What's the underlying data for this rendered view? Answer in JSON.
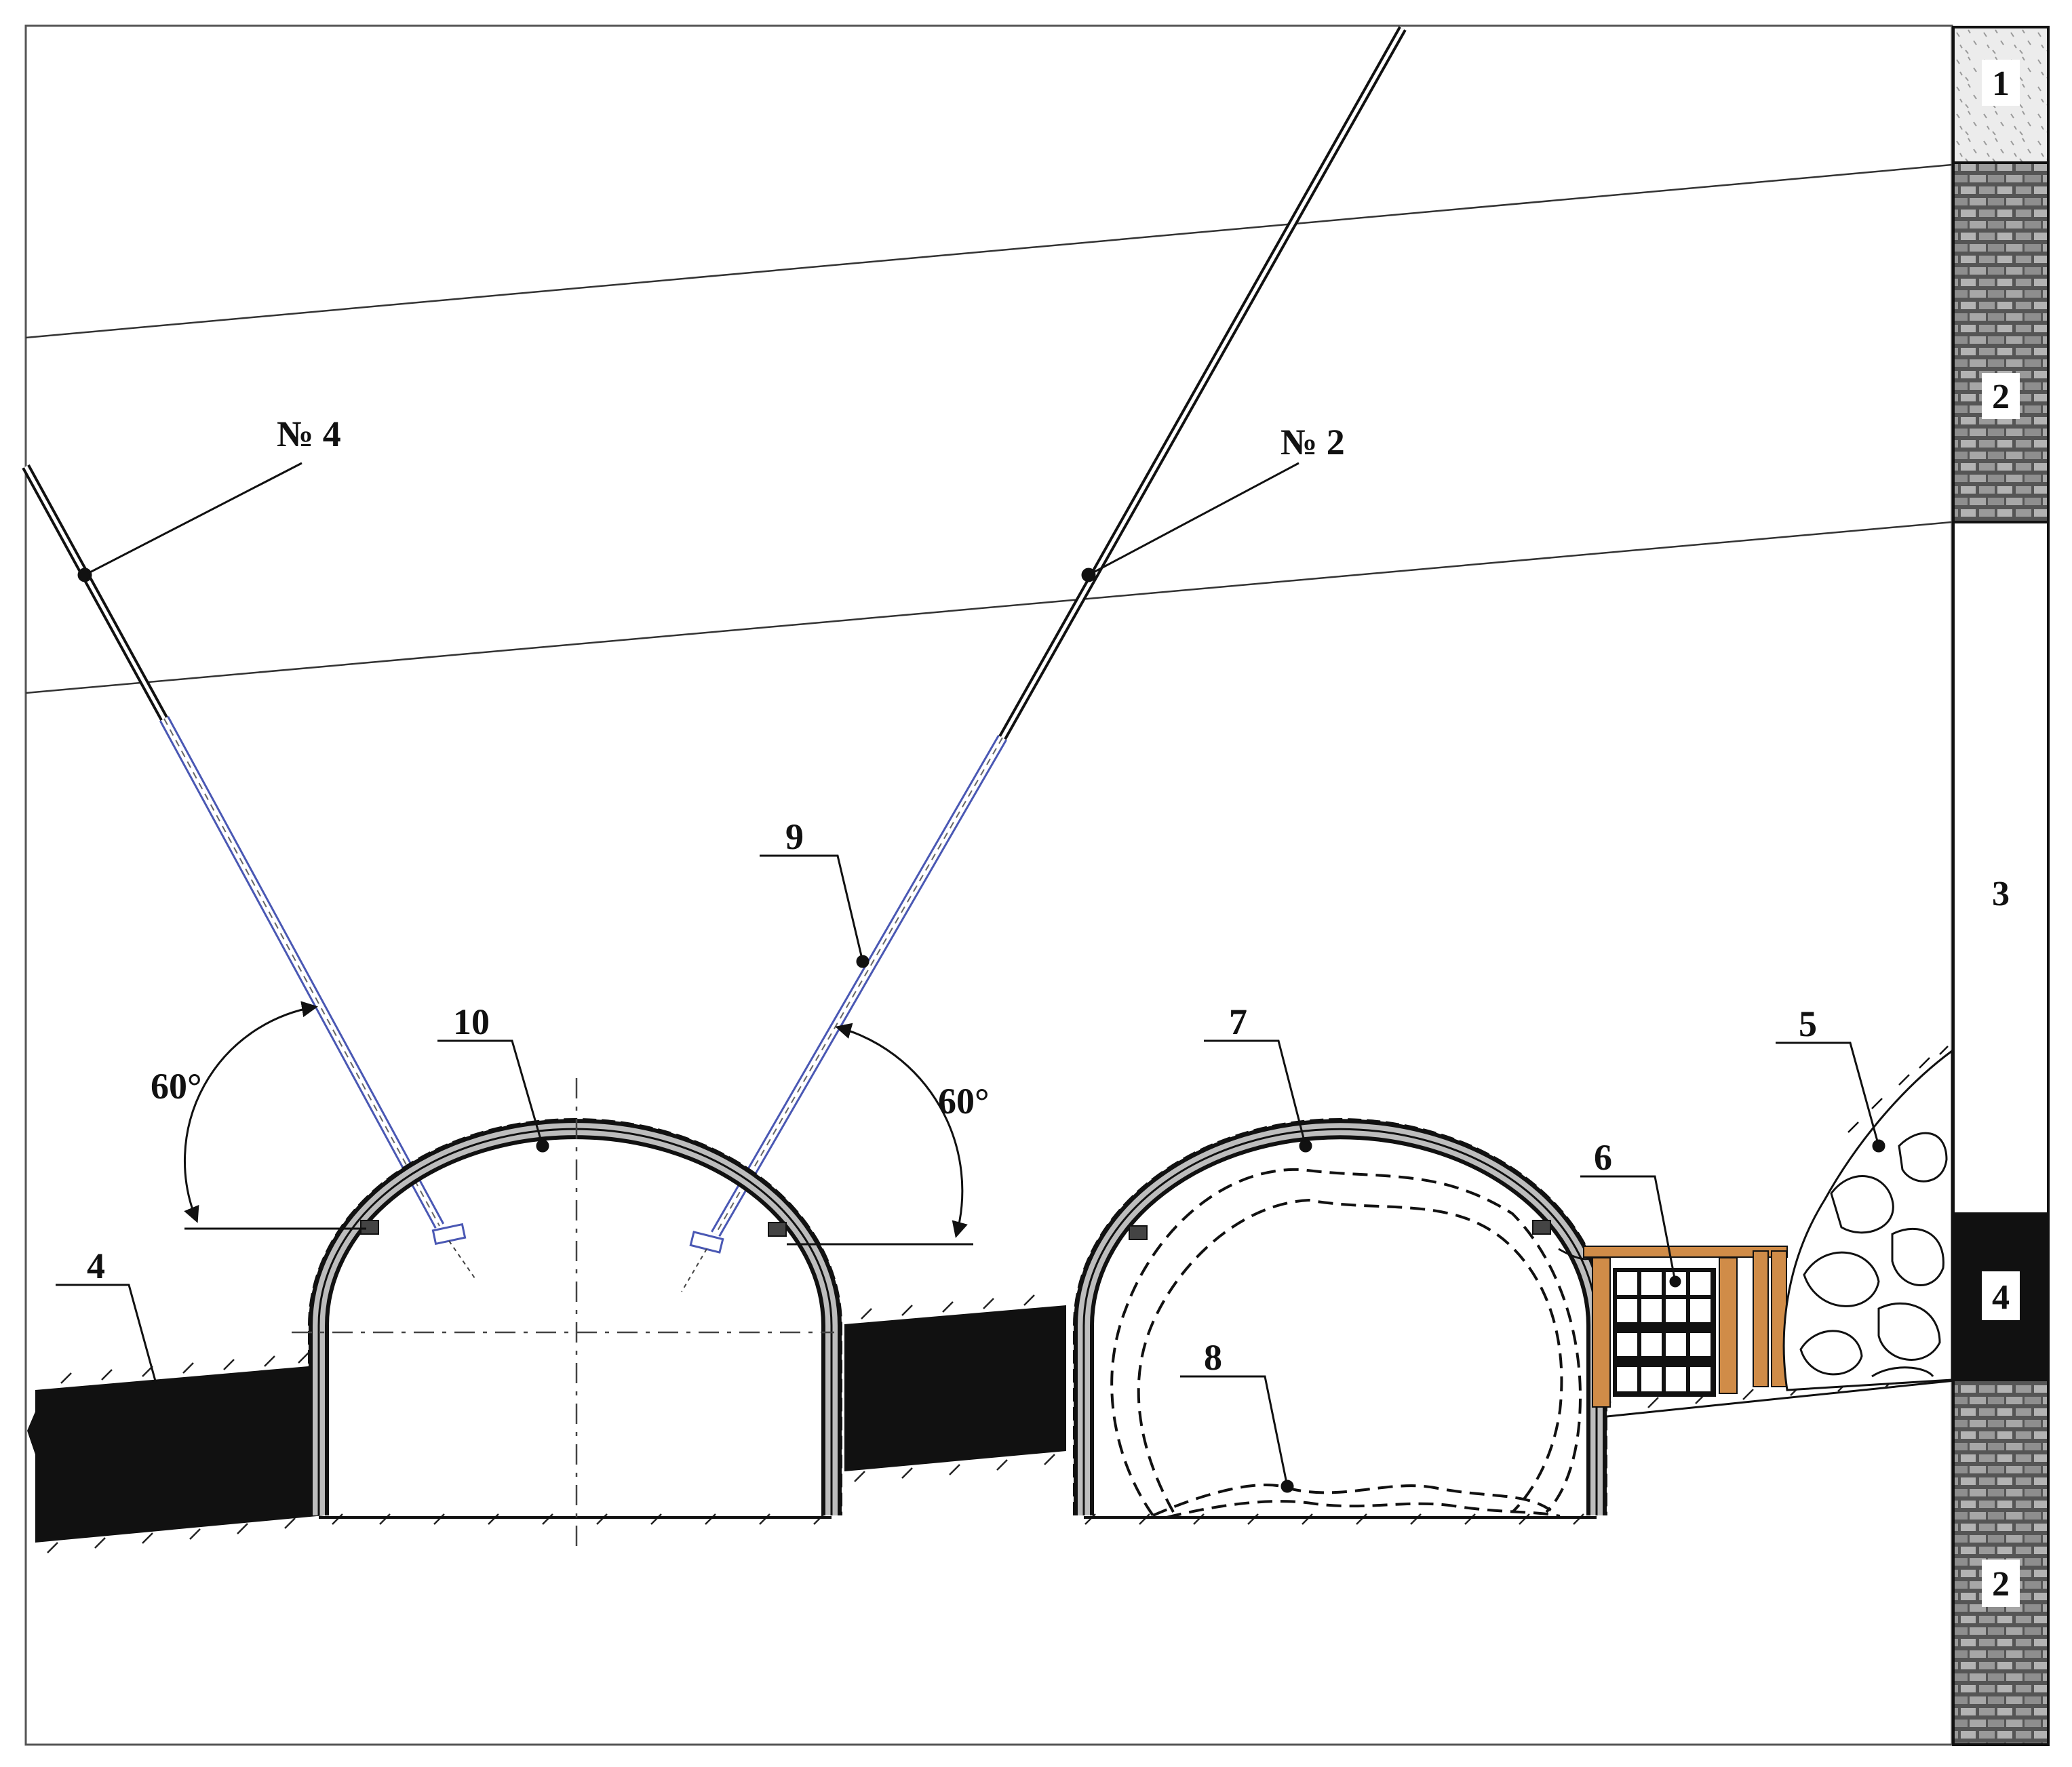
{
  "labels": {
    "well_4": "№ 4",
    "well_2": "№ 2",
    "angle_left": "60°",
    "angle_right": "60°",
    "callout_4": "4",
    "callout_5": "5",
    "callout_6": "6",
    "callout_7": "7",
    "callout_8": "8",
    "callout_9": "9",
    "callout_10": "10"
  },
  "column": {
    "layers": [
      {
        "label": "1"
      },
      {
        "label": "2"
      },
      {
        "label": "3"
      },
      {
        "label": "4"
      },
      {
        "label": "2"
      }
    ]
  },
  "colors": {
    "ink": "#111111",
    "casing": "#4a58b4",
    "timber": "#d08c48",
    "coal": "#111111",
    "sandstone": "#4a4a4a"
  }
}
